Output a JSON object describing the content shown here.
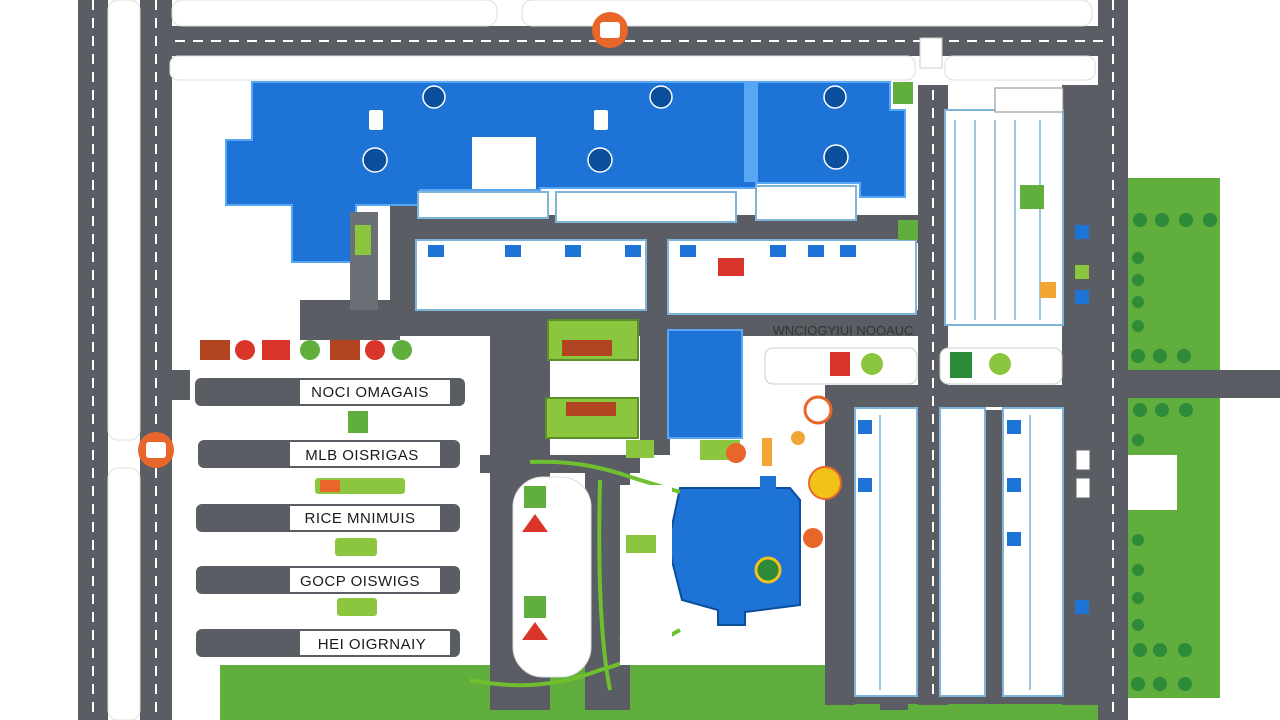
{
  "colors": {
    "road": "#5a5d63",
    "lane_marking": "#ffffff",
    "building": "#1e73d6",
    "grass": "#5fae3e",
    "tree": "#2e8b3a",
    "orange_marker": "#e8662a",
    "yellow_marker": "#f2c21b",
    "parking_line": "#7fb3d8"
  },
  "labels": {
    "row1": "NOCI OMAGAIS",
    "row2": "MLB OISRIGAS",
    "row3": "RICE MNIMUIS",
    "row4": "GOCP OISWIGS",
    "row5": "HEI OIGRNAIY",
    "right_block": "WNCIOGYIUI NOOAUC"
  },
  "icons": [
    "accessible-parking-icon",
    "person-icon",
    "exit-sign-icon",
    "restaurant-icon",
    "location-marker-icon"
  ]
}
